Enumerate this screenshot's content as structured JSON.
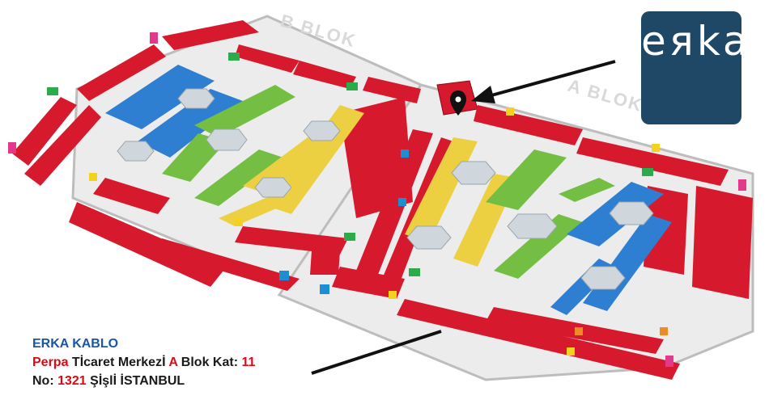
{
  "map": {
    "block_b_label": "B BLOK",
    "block_a_label": "A BLOK",
    "logo_text": "eяka",
    "colors": {
      "shop": "#d7192e",
      "shop_dark": "#a80f1f",
      "yellow": "#ecd042",
      "green": "#74be43",
      "blue": "#2e7fd1",
      "floor": "#ececec",
      "wall": "#bdbdbd",
      "logo_bg": "#1f4766",
      "brand": "#1a56a6",
      "accent_red": "#e30613"
    },
    "icons": [
      "location-pin-icon",
      "elevator-icon",
      "stairs-icon",
      "exit-sign-icon",
      "restroom-icon",
      "escalator-icon"
    ],
    "address": {
      "company": "ERKA KABLO",
      "line1_perpa": "Perpa",
      "line1_mid": " Tİcaret Merkezİ ",
      "line1_a": "A",
      "line1_blok": " Blok Kat: ",
      "line1_kat": "11",
      "line2_no": "No: ",
      "line2_num": "1321",
      "line2_city": " Şİşlİ İSTANBUL"
    }
  }
}
